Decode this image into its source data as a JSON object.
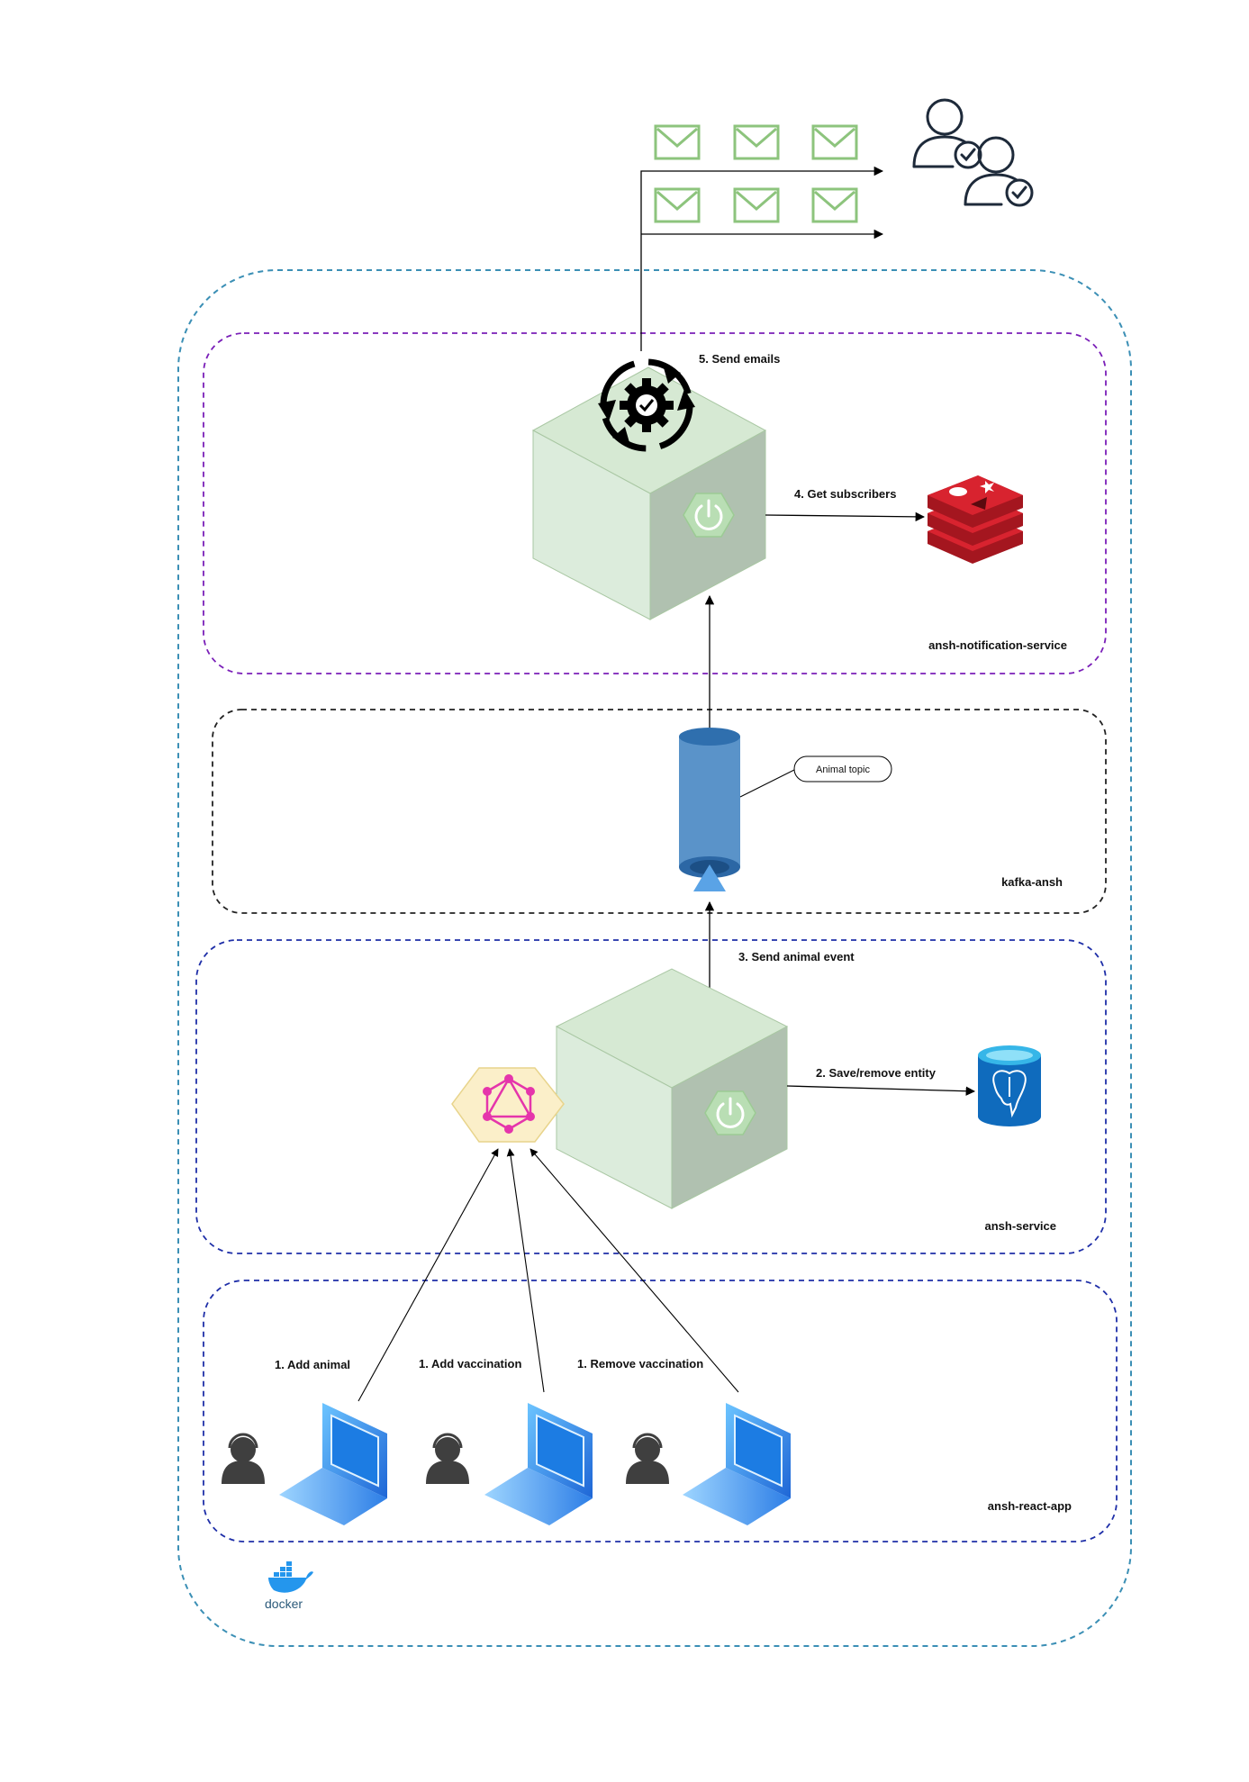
{
  "clusters": {
    "notification": "ansh-notification-service",
    "kafka": "kafka-ansh",
    "service": "ansh-service",
    "react": "ansh-react-app"
  },
  "steps": {
    "add_animal": "1. Add animal",
    "add_vaccination": "1. Add vaccination",
    "remove_vaccination": "1. Remove vaccination",
    "save_remove": "2. Save/remove entity",
    "send_event": "3. Send animal event",
    "get_subscribers": "4. Get subscribers",
    "send_emails": "5. Send emails"
  },
  "topic_label": "Animal topic",
  "docker_label": "docker",
  "colors": {
    "outer_border": "#3b8fb5",
    "notification_border": "#7a1fb8",
    "kafka_border": "#222222",
    "service_border": "#1f2fa8",
    "cube_front": "#dcecdc",
    "cube_side": "#b0c1b0",
    "cube_top": "#d6e9d3",
    "email": "#8dc47d",
    "redis": "#c8202b",
    "postgres": "#0f6bbd",
    "graphql": "#e535ab",
    "kafka_cylinder": "#5a93c9"
  }
}
